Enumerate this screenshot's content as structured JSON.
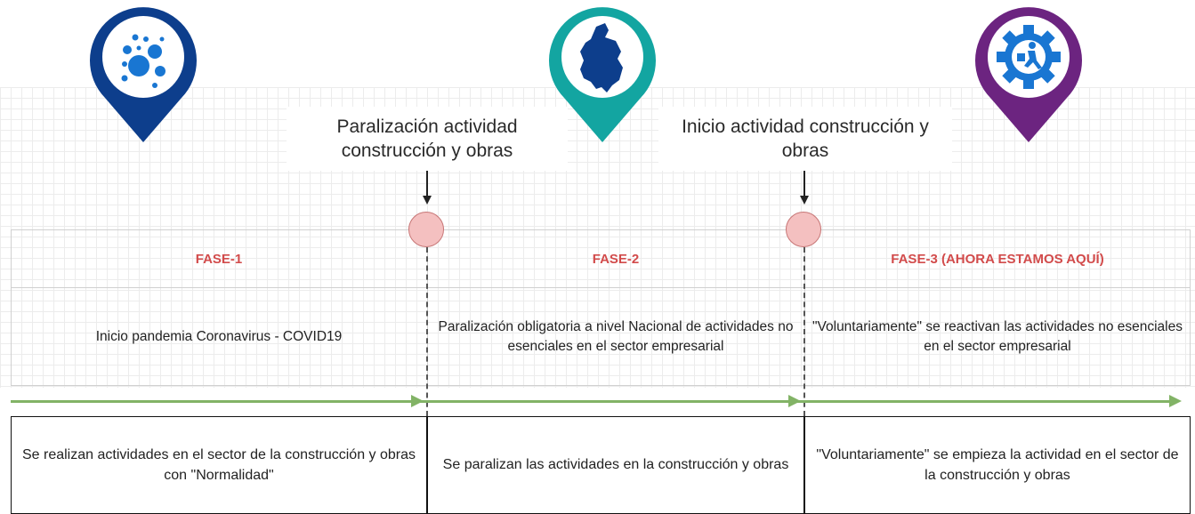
{
  "pins": [
    {
      "icon": "virus-particles-icon",
      "color": "#0d3e8c"
    },
    {
      "icon": "colombia-map-icon",
      "color": "#13a5a1"
    },
    {
      "icon": "gear-worker-icon",
      "color": "#6c2480"
    }
  ],
  "callouts": {
    "paralizacion": "Paralización actividad construcción y obras",
    "inicio": "Inicio actividad construcción y obras"
  },
  "phases": [
    {
      "title": "FASE-1",
      "description": "Inicio pandemia Coronavirus - COVID19"
    },
    {
      "title": "FASE-2",
      "description": "Paralización obligatoria a nivel Nacional de actividades no esenciales en el sector empresarial"
    },
    {
      "title": "FASE-3 (AHORA ESTAMOS AQUÍ)",
      "description": "\"Voluntariamente\" se reactivan las actividades no esenciales en el sector empresarial"
    }
  ],
  "construction_status": [
    "Se realizan actividades en el sector de la construcción y obras con \"Normalidad\"",
    "Se paralizan las actividades en la construcción y obras",
    "\"Voluntariamente\" se empieza la actividad en el sector de la construcción y obras"
  ],
  "colors": {
    "phase_title": "#d24b4b",
    "marker_fill": "#f4c0c0",
    "timeline": "#82b366"
  }
}
